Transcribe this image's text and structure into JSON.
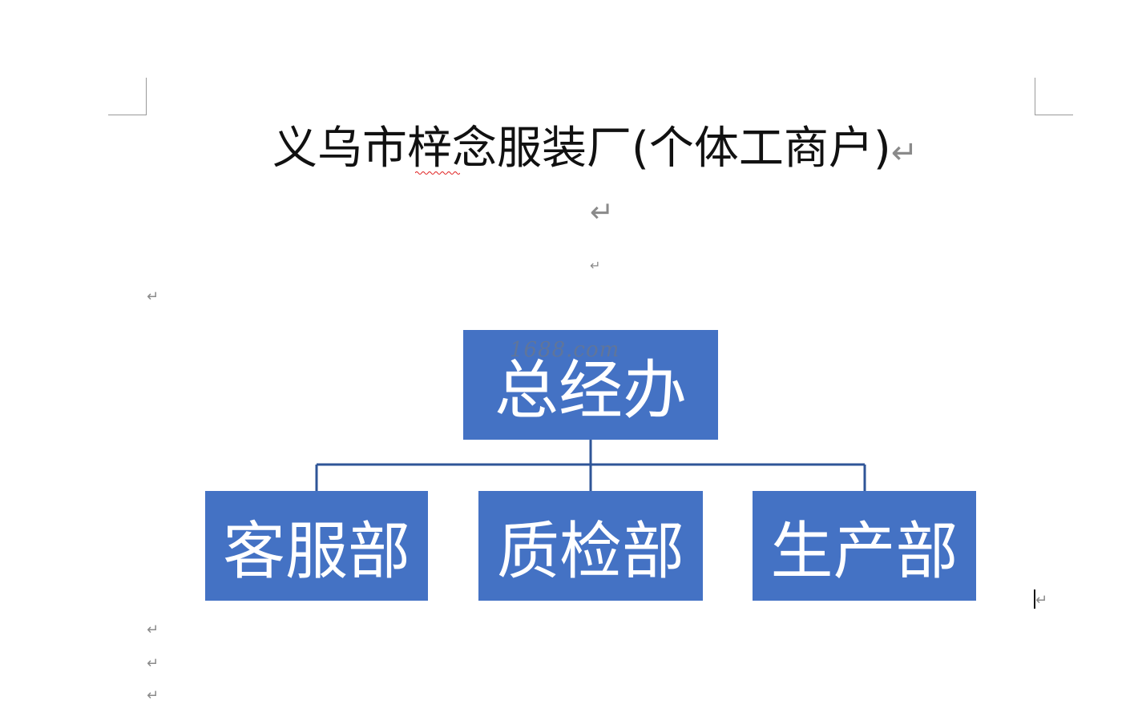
{
  "document": {
    "title": "义乌市梓念服装厂(个体工商户)",
    "paragraph_mark": "↵"
  },
  "org_chart": {
    "root": "总经办",
    "children": [
      "客服部",
      "质检部",
      "生产部"
    ],
    "box_color": "#4472c4",
    "connector_color": "#2f5597"
  },
  "watermark": "1688.com"
}
